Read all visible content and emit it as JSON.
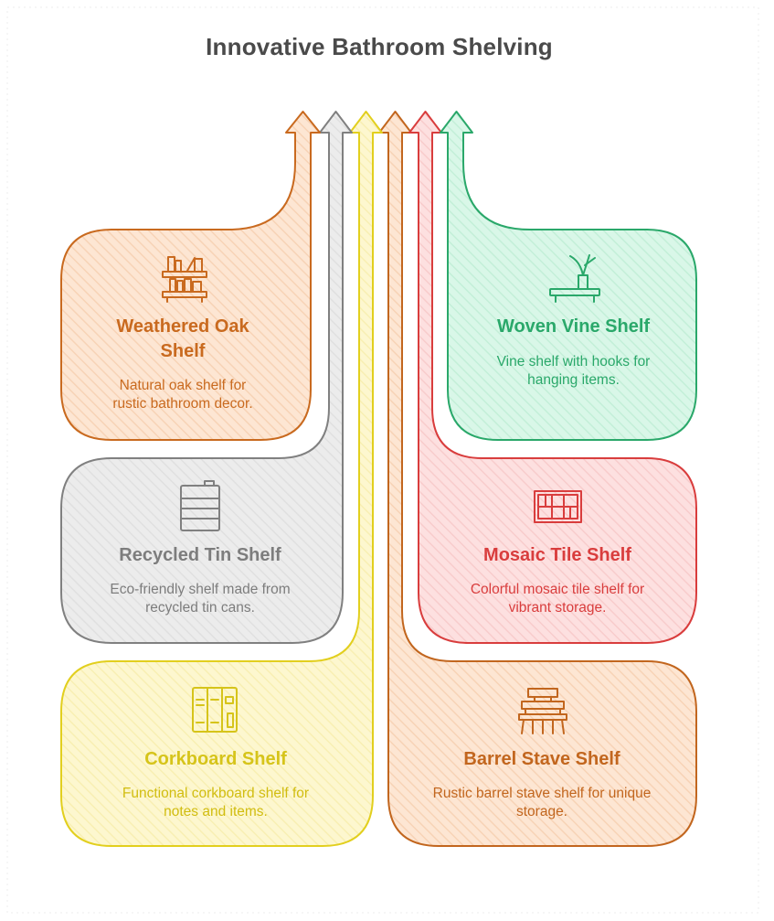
{
  "title": "Innovative Bathroom Shelving",
  "colors": {
    "orange": "#c96a1f",
    "gray": "#808080",
    "yellow": "#e2cf1e",
    "green": "#2aa86a",
    "red": "#d93d3d",
    "barrel": "#c2661e"
  },
  "cards": {
    "oak": {
      "title_line1": "Weathered Oak",
      "title_line2": "Shelf",
      "desc_line1": "Natural oak shelf for",
      "desc_line2": "rustic bathroom decor.",
      "icon": "bookshelf-icon"
    },
    "tin": {
      "title": "Recycled Tin Shelf",
      "desc_line1": "Eco-friendly shelf made from",
      "desc_line2": "recycled tin cans.",
      "icon": "tin-can-icon"
    },
    "cork": {
      "title": "Corkboard Shelf",
      "desc_line1": "Functional corkboard shelf for",
      "desc_line2": "notes and items.",
      "icon": "corkboard-icon"
    },
    "vine": {
      "title": "Woven Vine Shelf",
      "desc_line1": "Vine shelf with hooks for",
      "desc_line2": "hanging items.",
      "icon": "plant-shelf-icon"
    },
    "mosaic": {
      "title": "Mosaic Tile Shelf",
      "desc_line1": "Colorful mosaic tile shelf for",
      "desc_line2": "vibrant storage.",
      "icon": "tile-grid-icon"
    },
    "barrel": {
      "title": "Barrel Stave Shelf",
      "desc_line1": "Rustic barrel stave shelf for unique",
      "desc_line2": "storage.",
      "icon": "barrel-stand-icon"
    }
  }
}
